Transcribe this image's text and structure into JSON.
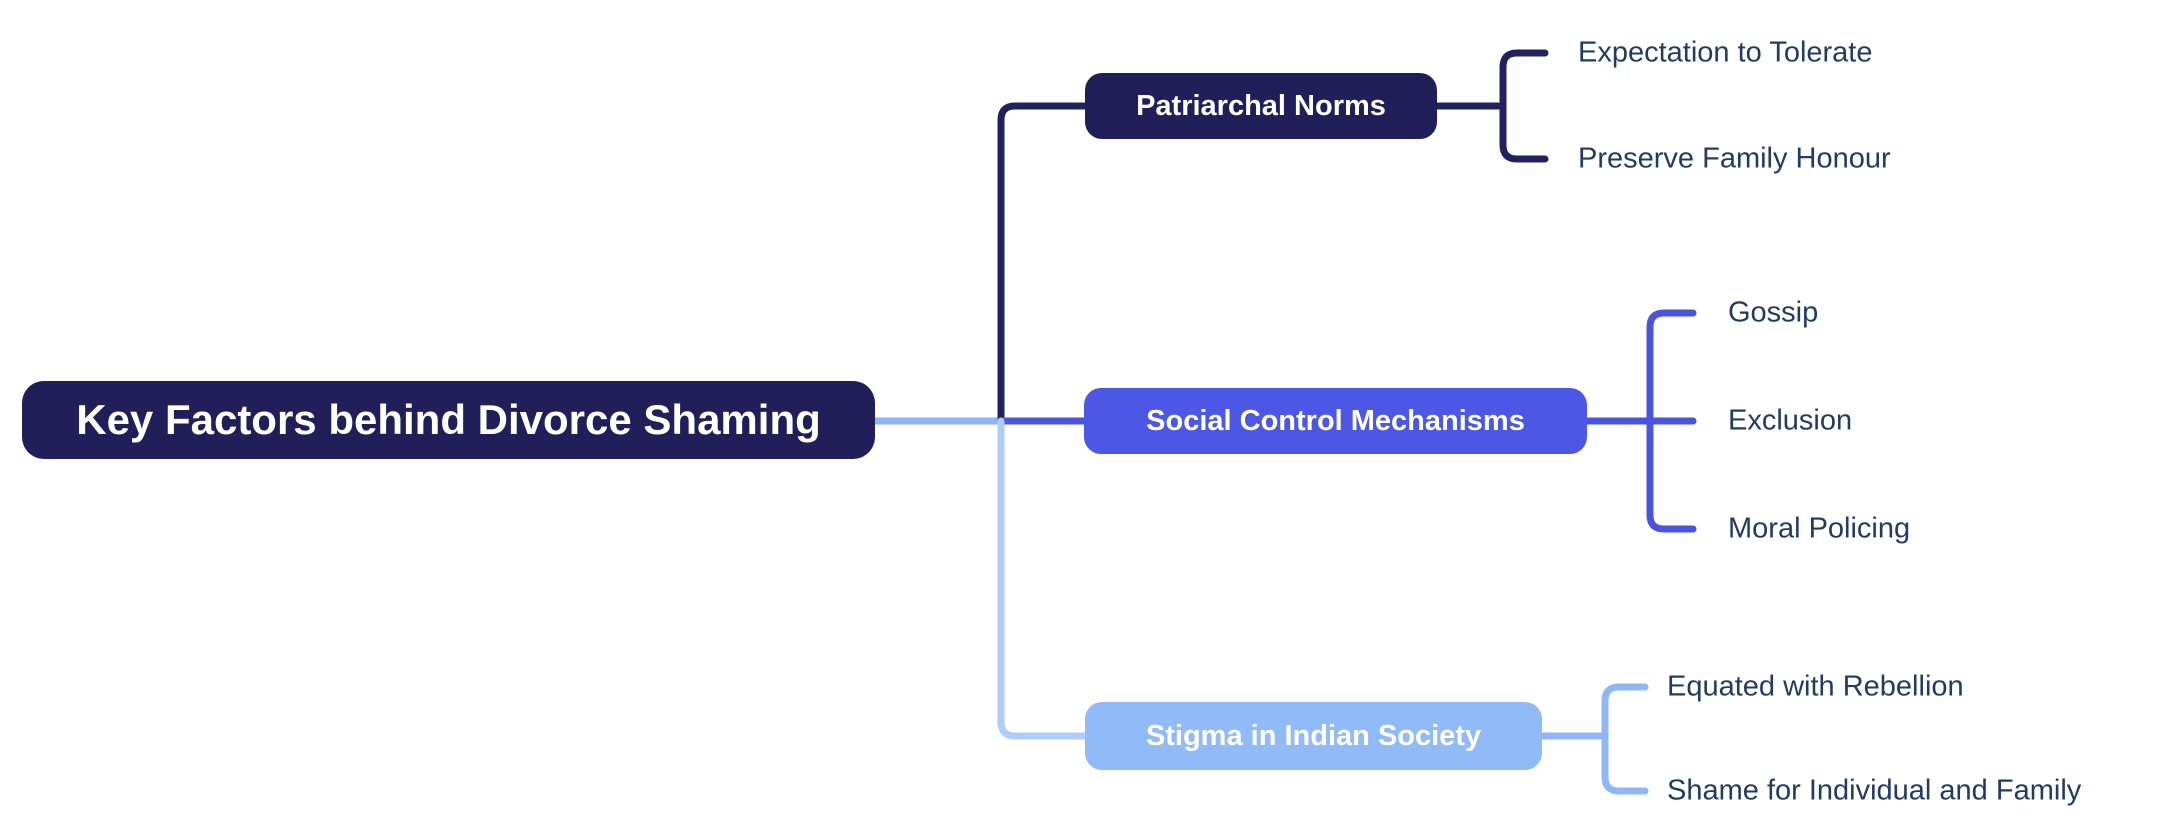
{
  "mindmap": {
    "root": {
      "label": "Key Factors behind Divorce Shaming"
    },
    "branches": [
      {
        "label": "Patriarchal Norms",
        "children": [
          "Expectation to Tolerate",
          "Preserve Family Honour"
        ]
      },
      {
        "label": "Social Control Mechanisms",
        "children": [
          "Gossip",
          "Exclusion",
          "Moral Policing"
        ]
      },
      {
        "label": "Stigma in Indian Society",
        "children": [
          "Equated with Rebellion",
          "Shame for Individual and Family"
        ]
      }
    ]
  },
  "colors": {
    "navy": "#211e5a",
    "navy_line": "#23205f",
    "indigo": "#4c57e5",
    "indigo_line": "#4a54de",
    "light_blue": "#91baf8",
    "light_blue_line": "#8fb7f7",
    "pale_blue_line": "#b0ccfa",
    "trunk_line": "#8cb4f6",
    "child_text": "#223b60",
    "node_text": "#ffffff",
    "background": "#ffffff"
  }
}
